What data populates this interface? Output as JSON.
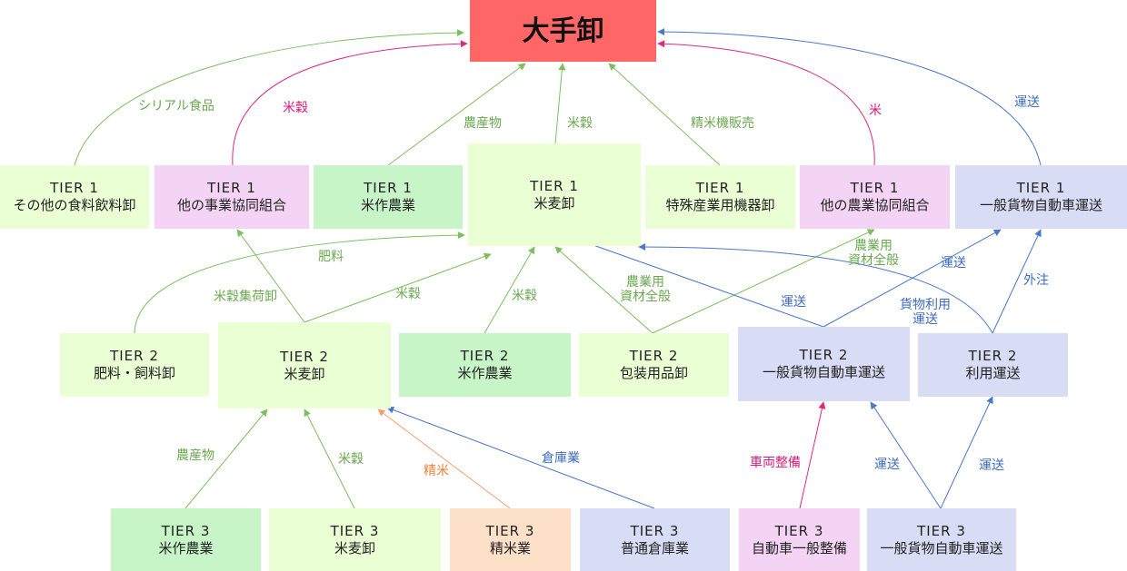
{
  "colors": {
    "root": "#ff6666",
    "light_green": "#eaffd4",
    "mint_green": "#c8f5c8",
    "pink": "#f4d4f4",
    "lavender": "#d8dcf4",
    "peach": "#fde0c8",
    "edge_green": "#7cbf5e",
    "edge_pink": "#e0287d",
    "edge_blue": "#4a78cc",
    "edge_orange": "#f0a070"
  },
  "root": {
    "label": "大手卸"
  },
  "nodes": {
    "t1_food": {
      "tier": "TIER 1",
      "name": "その他の食料飲料卸"
    },
    "t1_coop": {
      "tier": "TIER 1",
      "name": "他の事業協同組合"
    },
    "t1_rice_farm": {
      "tier": "TIER 1",
      "name": "米作農業"
    },
    "t1_rice_wholesale": {
      "tier": "TIER 1",
      "name": "米麦卸"
    },
    "t1_machinery": {
      "tier": "TIER 1",
      "name": "特殊産業用機器卸"
    },
    "t1_agri_coop": {
      "tier": "TIER 1",
      "name": "他の農業協同組合"
    },
    "t1_freight": {
      "tier": "TIER 1",
      "name": "一般貨物自動車運送"
    },
    "t2_fertilizer": {
      "tier": "TIER 2",
      "name": "肥料・飼料卸"
    },
    "t2_rice_wholesale": {
      "tier": "TIER 2",
      "name": "米麦卸"
    },
    "t2_rice_farm": {
      "tier": "TIER 2",
      "name": "米作農業"
    },
    "t2_packaging": {
      "tier": "TIER 2",
      "name": "包装用品卸"
    },
    "t2_freight": {
      "tier": "TIER 2",
      "name": "一般貨物自動車運送"
    },
    "t2_use_transport": {
      "tier": "TIER 2",
      "name": "利用運送"
    },
    "t3_rice_farm": {
      "tier": "TIER 3",
      "name": "米作農業"
    },
    "t3_rice_wholesale": {
      "tier": "TIER 3",
      "name": "米麦卸"
    },
    "t3_milling": {
      "tier": "TIER 3",
      "name": "精米業"
    },
    "t3_warehouse": {
      "tier": "TIER 3",
      "name": "普通倉庫業"
    },
    "t3_maintenance": {
      "tier": "TIER 3",
      "name": "自動車一般整備"
    },
    "t3_freight": {
      "tier": "TIER 3",
      "name": "一般貨物自動車運送"
    }
  },
  "edge_labels": {
    "cereal": "シリアル食品",
    "grain_pink": "米穀",
    "agri_products_t1": "農産物",
    "grain_t1": "米穀",
    "milling_machine_sales": "精米機販売",
    "rice_pink": "米",
    "transport_t1": "運送",
    "fertilizer": "肥料",
    "grain_collection": "米穀集荷卸",
    "grain_t2_a": "米穀",
    "grain_t2_b": "米穀",
    "agri_materials_a_1": "農業用",
    "agri_materials_a_2": "資材全般",
    "agri_materials_b_1": "農業用",
    "agri_materials_b_2": "資材全般",
    "transport_t2_a": "運送",
    "transport_t2_b": "運送",
    "cargo_use_1": "貨物利用",
    "cargo_use_2": "運送",
    "outsourcing": "外注",
    "agri_products_t3": "農産物",
    "grain_t3": "米穀",
    "milled_rice": "精米",
    "warehousing": "倉庫業",
    "vehicle_maintenance": "車両整備",
    "transport_t3_a": "運送",
    "transport_t3_b": "運送"
  }
}
